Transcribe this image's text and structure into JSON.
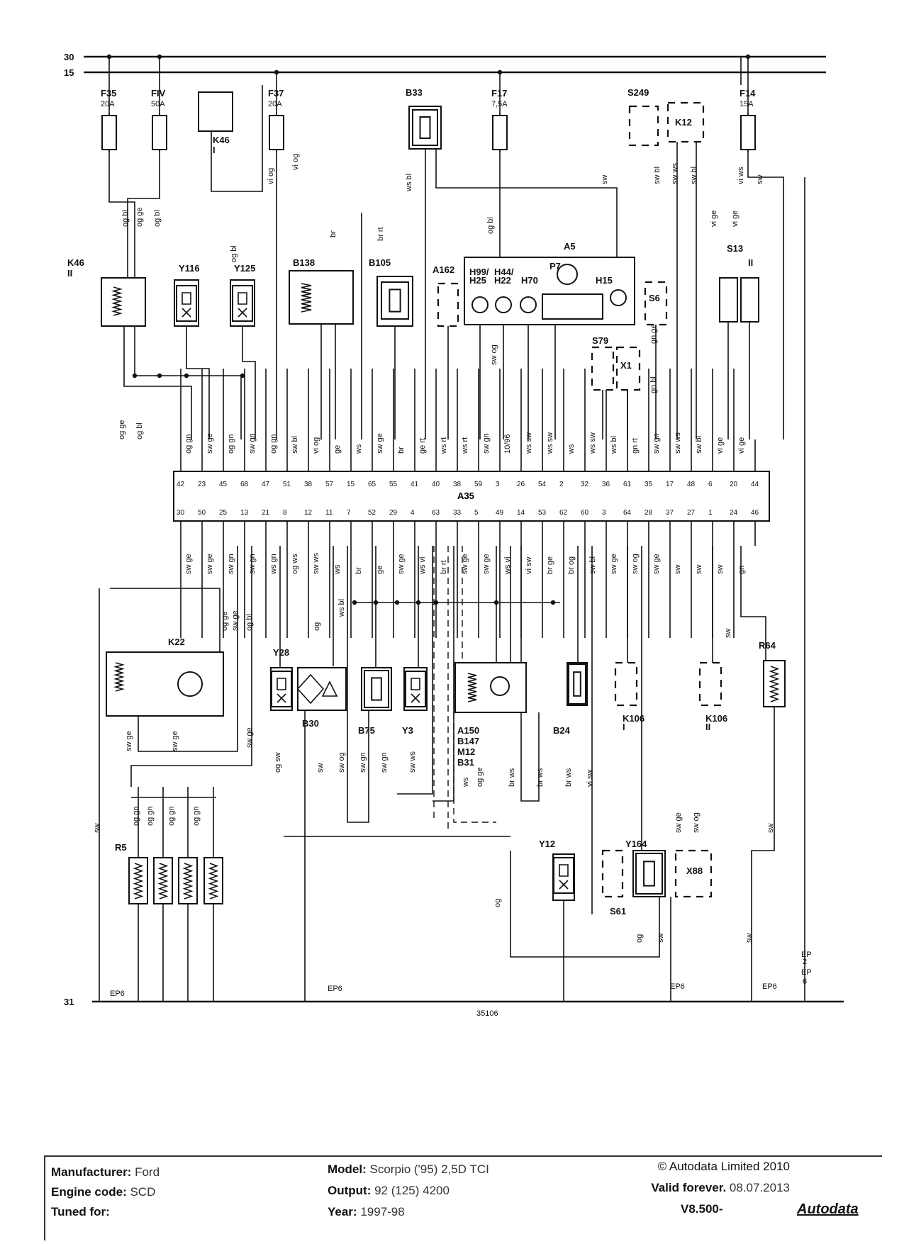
{
  "diagram": {
    "rails": [
      "30",
      "15",
      "31"
    ],
    "fuses": [
      {
        "id": "F35",
        "rating": "20A"
      },
      {
        "id": "FIV",
        "rating": "50A"
      },
      {
        "id": "F37",
        "rating": "20A"
      },
      {
        "id": "F17",
        "rating": "7,5A"
      },
      {
        "id": "F14",
        "rating": "15A"
      }
    ],
    "components": [
      "K46",
      "I",
      "K46",
      "II",
      "Y116",
      "Y125",
      "B138",
      "B105",
      "B33",
      "A162",
      "A5",
      "P7",
      "H99/",
      "H25",
      "H44/",
      "H22",
      "H70",
      "H15",
      "S249",
      "K12",
      "S6",
      "S13",
      "II",
      "S79",
      "X1",
      "A35",
      "K22",
      "Y28",
      "B30",
      "B75",
      "Y3",
      "A150",
      "B147",
      "M12",
      "B31",
      "B24",
      "K106",
      "I",
      "K106",
      "II",
      "R64",
      "R5",
      "Y12",
      "Y164",
      "S61",
      "X88"
    ],
    "ecu_top_pins": [
      "42",
      "23",
      "45",
      "68",
      "47",
      "51",
      "38",
      "57",
      "15",
      "65",
      "55",
      "41",
      "40",
      "38",
      "59",
      "3",
      "26",
      "54",
      "2",
      "32",
      "36",
      "61",
      "35",
      "17",
      "48",
      "6",
      "20",
      "44"
    ],
    "ecu_bottom_pins": [
      "30",
      "50",
      "25",
      "13",
      "21",
      "8",
      "12",
      "11",
      "7",
      "52",
      "29",
      "4",
      "63",
      "33",
      "5",
      "49",
      "14",
      "53",
      "62",
      "60",
      "3",
      "64",
      "28",
      "37",
      "27",
      "1",
      "24",
      "46"
    ],
    "top_wire_colors": [
      "og gn",
      "sw ge",
      "og gn",
      "sw gn",
      "og gn",
      "sw bl",
      "vi og",
      "ge",
      "ws",
      "sw ge",
      "br",
      "ge rt",
      "ws rt",
      "ws rt",
      "sw gn",
      "10/96",
      "ws sw",
      "ws sw",
      "ws",
      "ws sw",
      "ws bl",
      "gn rt",
      "sw gn",
      "sw ws",
      "sw bl",
      "vi ge",
      "vi ge"
    ],
    "bottom_wire_colors": [
      "sw ge",
      "sw ge",
      "sw gn",
      "sw gn",
      "ws gn",
      "og ws",
      "sw ws",
      "ws",
      "br",
      "ge",
      "sw ge",
      "ws vi",
      "br rt",
      "sw ge",
      "sw ge",
      "ws vi",
      "vi sw",
      "br ge",
      "br og",
      "sw bl",
      "sw ge",
      "sw og",
      "sw ge",
      "sw",
      "sw",
      "sw",
      "gn"
    ],
    "misc_wire_labels": [
      "og bl",
      "og ge",
      "og bl",
      "vi og",
      "vi og",
      "ws bl",
      "og bl",
      "sw",
      "sw bl",
      "sw ws",
      "sw bl",
      "vi ws",
      "sw",
      "vi ge",
      "vi ge",
      "br",
      "br rt",
      "og bl",
      "sw og",
      "gn ge",
      "gn bl",
      "og ge",
      "og bl",
      "sw",
      "og",
      "ws bl",
      "sw ge",
      "og ge",
      "og bl",
      "sw ge",
      "og sw",
      "sw",
      "sw og",
      "sw gn",
      "sw gn",
      "sw ws",
      "ws",
      "og ge",
      "br ws",
      "br ws",
      "br ws",
      "vi sw",
      "og gn",
      "og gn",
      "og gn",
      "og gn",
      "sw",
      "og",
      "og",
      "sw",
      "sw ge",
      "sw og",
      "sw",
      "sw",
      "EP6",
      "EP6",
      "EP6",
      "EP6",
      "EP",
      "2",
      "EP",
      "6",
      "sw ge",
      "sw ge"
    ],
    "drawing_number": "35106"
  },
  "footer": {
    "manufacturer_label": "Manufacturer:",
    "manufacturer": "Ford",
    "engine_label": "Engine code:",
    "engine": "SCD",
    "tuned_label": "Tuned for:",
    "model_label": "Model:",
    "model": "Scorpio ('95) 2,5D TCI",
    "output_label": "Output:",
    "output": "92 (125) 4200",
    "year_label": "Year:",
    "year": "1997-98",
    "copyright": "© Autodata Limited 2010",
    "valid_label": "Valid forever.",
    "valid_date": "08.07.2013",
    "version": "V8.500-",
    "brand": "Autodata"
  }
}
